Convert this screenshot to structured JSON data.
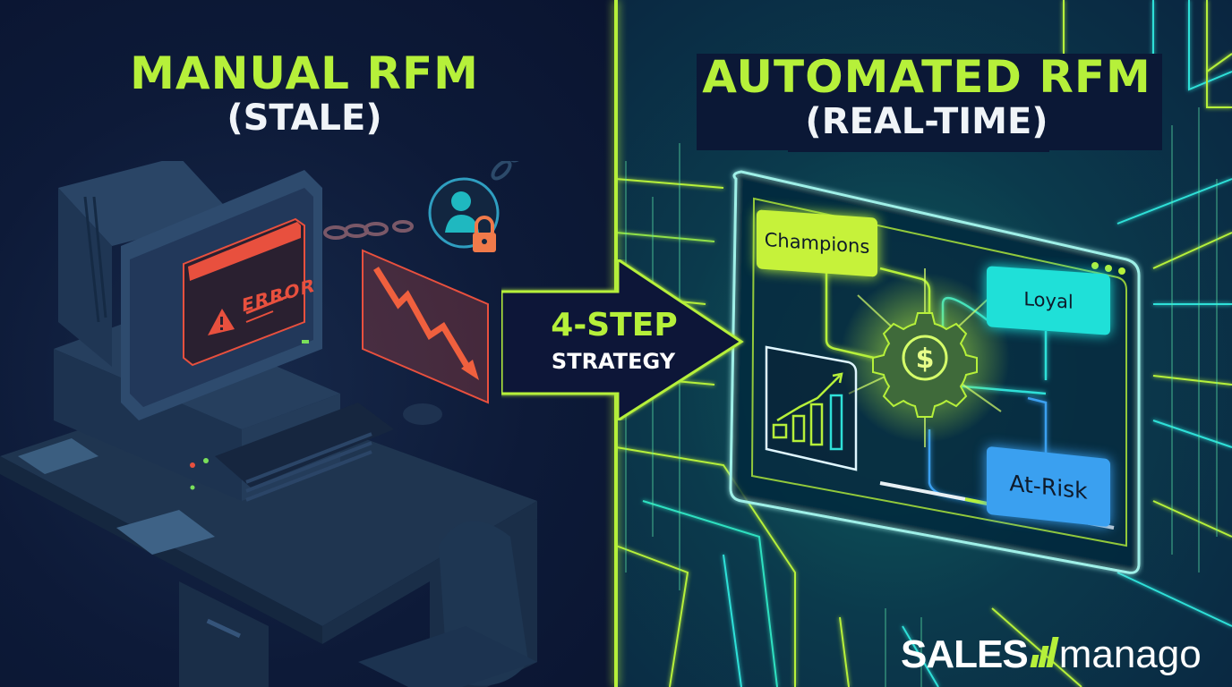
{
  "left": {
    "title": "MANUAL RFM",
    "subtitle": "(STALE)",
    "screen_error_text": "ERROR"
  },
  "right": {
    "title": "AUTOMATED RFM",
    "subtitle": "(REAL-TIME)",
    "segments": [
      {
        "label": "Champions",
        "color": "#c6f23a"
      },
      {
        "label": "Loyal",
        "color": "#1fe0d8"
      },
      {
        "label": "At-Risk",
        "color": "#3aa0f0"
      }
    ],
    "center_icon": "gear-dollar-icon",
    "chart_icon": "growth-bar-chart-icon"
  },
  "arrow": {
    "line1": "4-STEP",
    "line2": "STRATEGY"
  },
  "logo": {
    "part1": "SALES",
    "part2": "manago"
  },
  "colors": {
    "accent_green": "#b6f03a",
    "error_red": "#e8503e",
    "cyan": "#1fe0d8",
    "blue": "#3aa0f0",
    "navy": "#0c1733",
    "lock_orange": "#f07a4a"
  }
}
